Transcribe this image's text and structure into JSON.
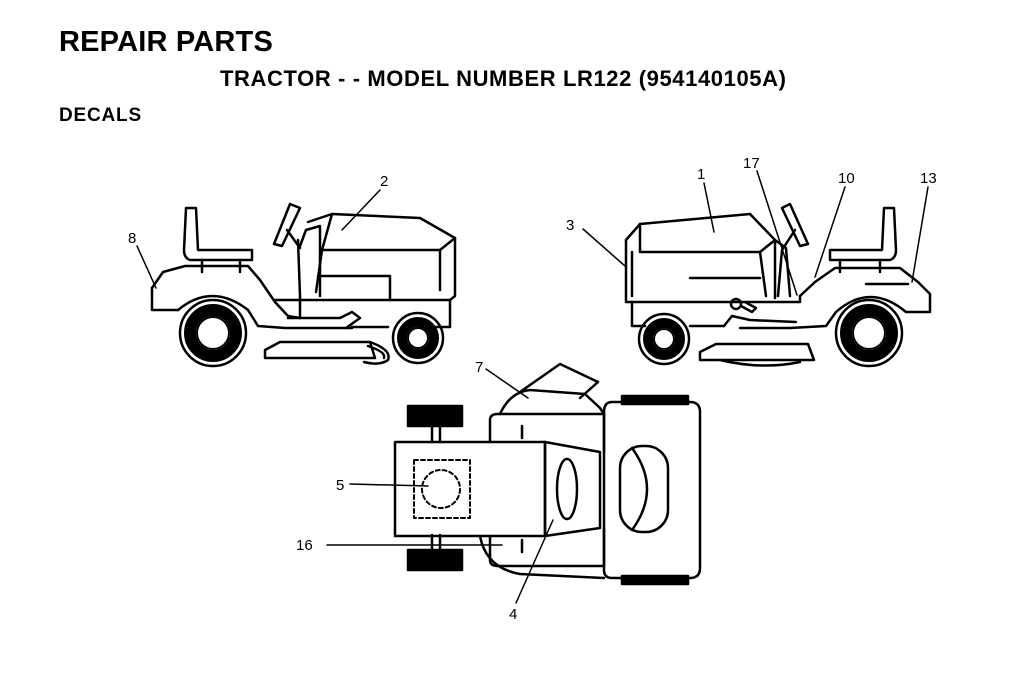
{
  "header": {
    "title": "REPAIR PARTS",
    "subtitle": "TRACTOR - - MODEL NUMBER LR122 (954140105A)",
    "section": "DECALS"
  },
  "callouts": {
    "c1": "1",
    "c2": "2",
    "c3": "3",
    "c4": "4",
    "c5": "5",
    "c7": "7",
    "c8": "8",
    "c10": "10",
    "c13": "13",
    "c16": "16",
    "c17": "17"
  }
}
